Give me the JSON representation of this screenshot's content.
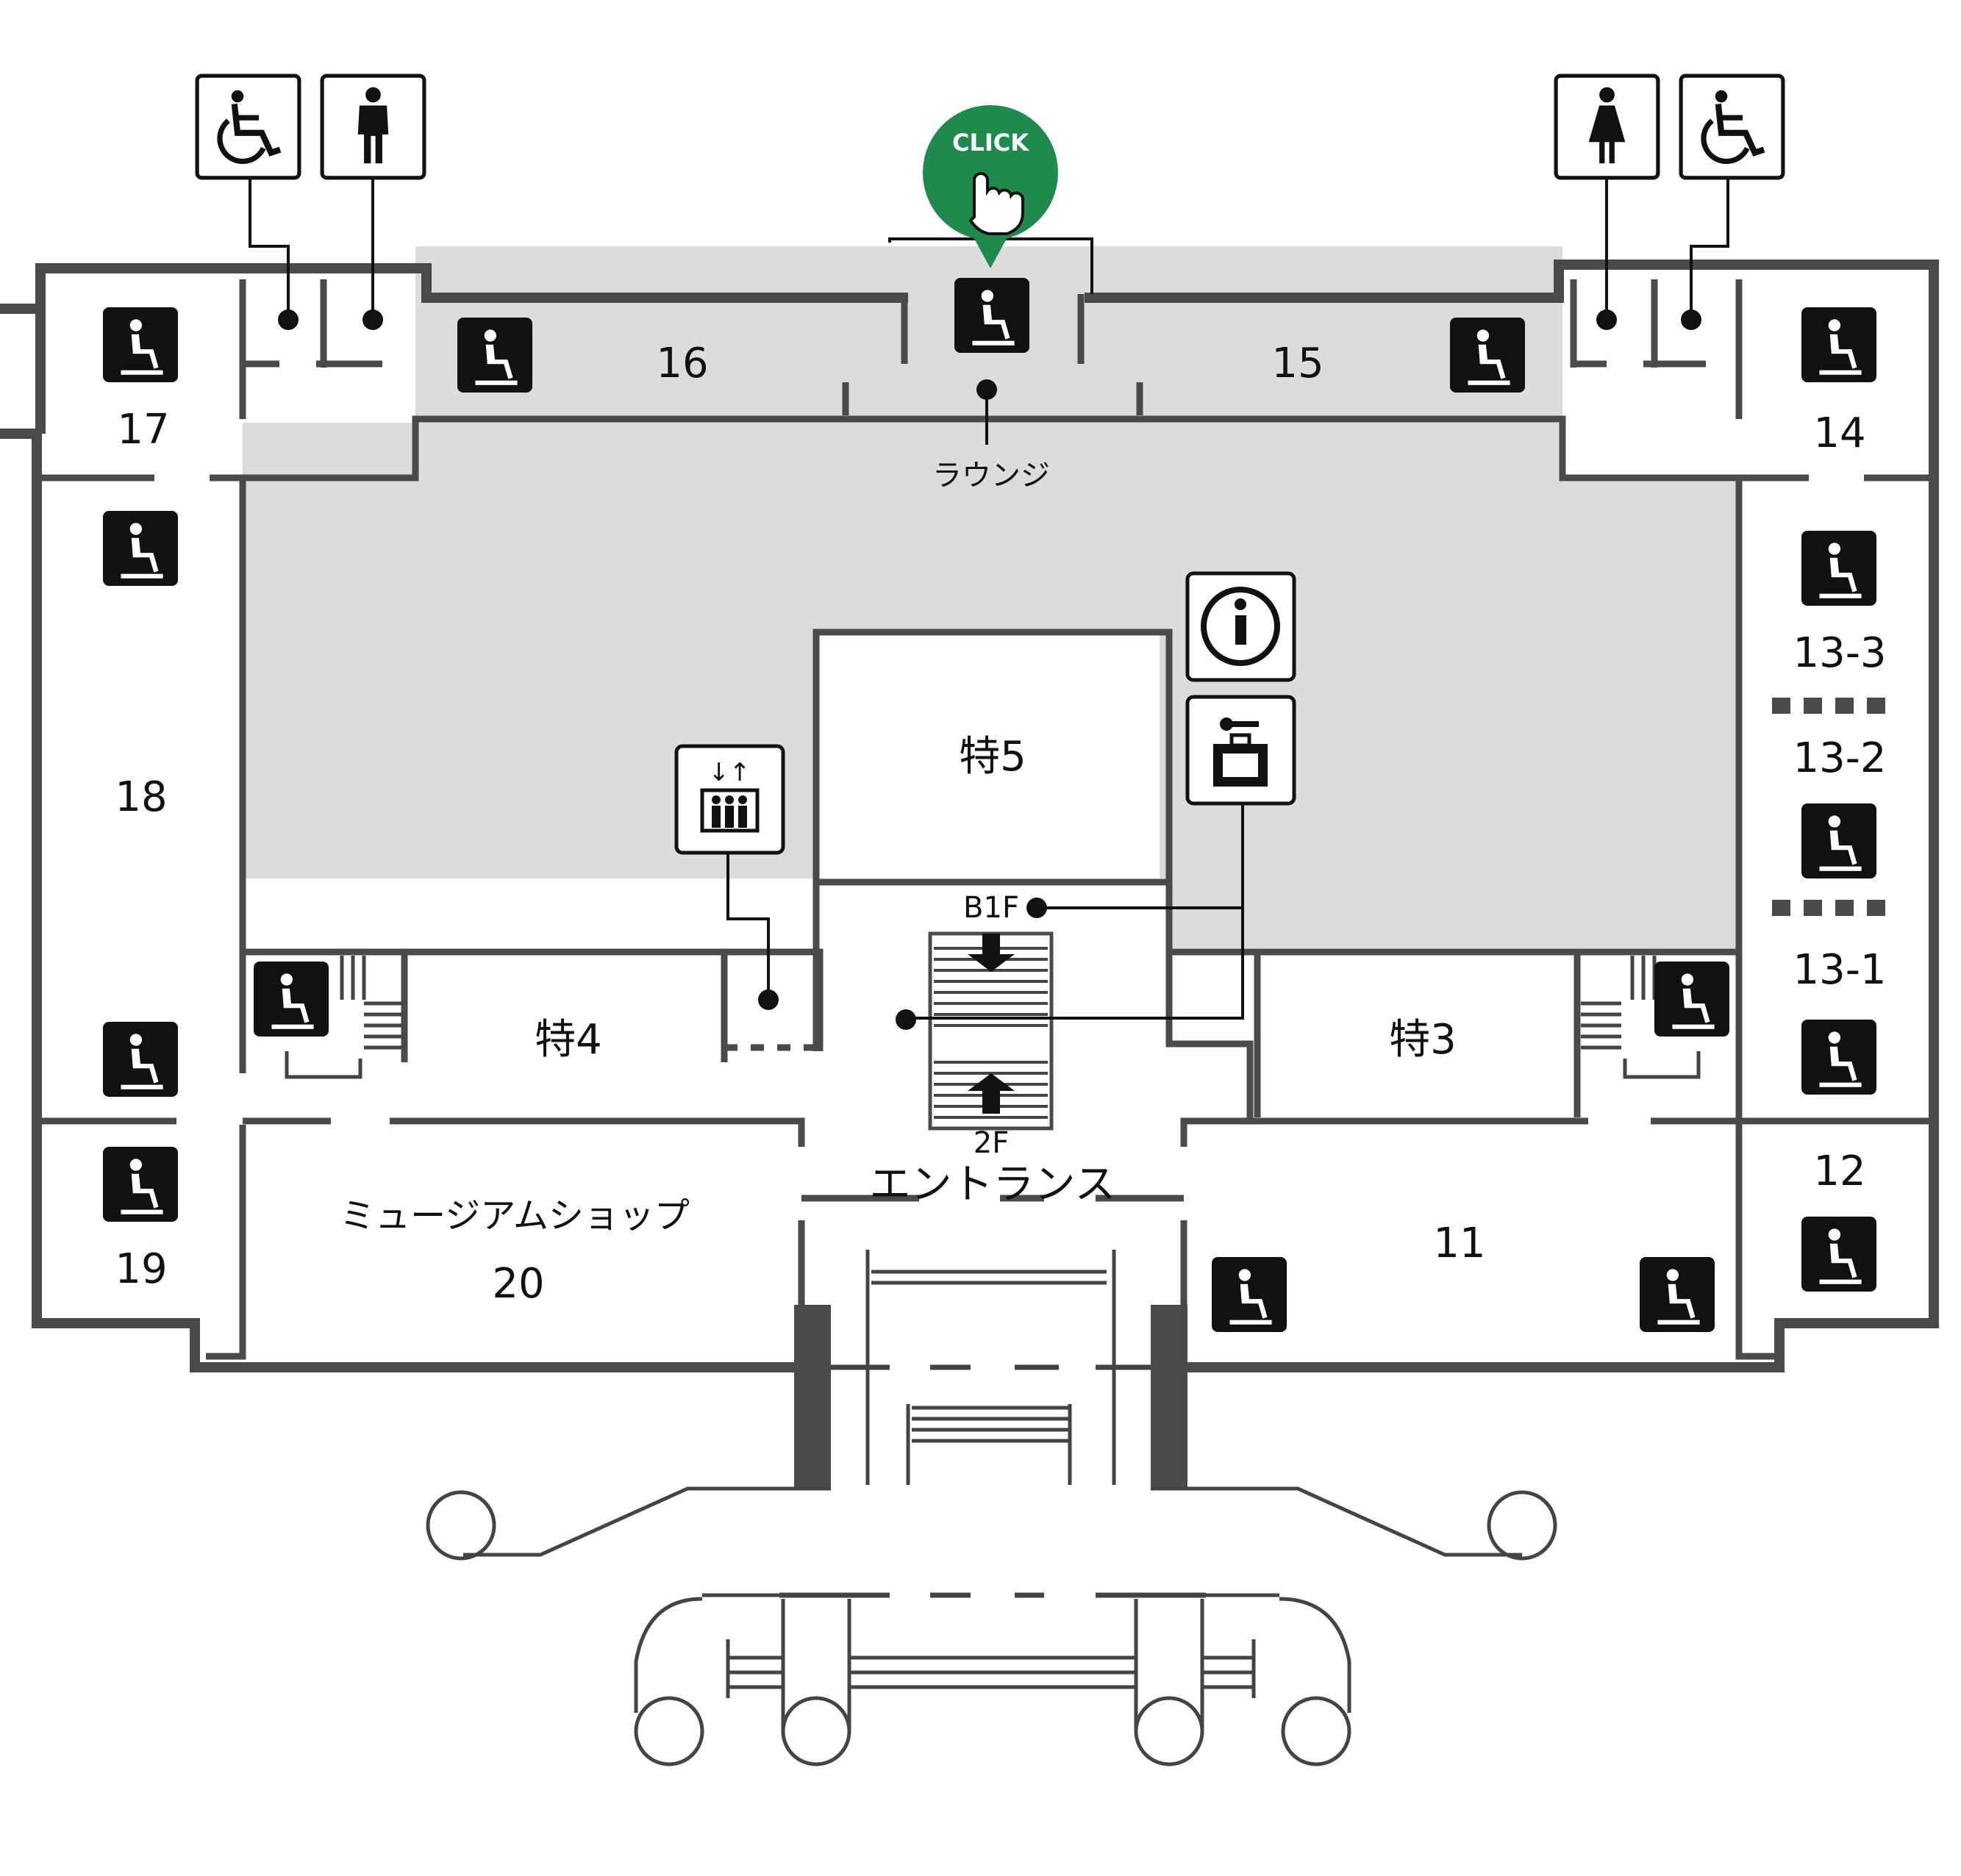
{
  "rooms": {
    "r11": "11",
    "r12": "12",
    "r13_1": "13-1",
    "r13_2": "13-2",
    "r13_3": "13-3",
    "r14": "14",
    "r15": "15",
    "r16": "16",
    "r17": "17",
    "r18": "18",
    "r19": "19",
    "r20": "20",
    "toku3": "特3",
    "toku4": "特4",
    "toku5": "特5",
    "shop": "ミュージアムショップ",
    "entrance": "エントランス",
    "lounge": "ラウンジ"
  },
  "stairs": {
    "down": "B1F",
    "up": "2F"
  },
  "click_pin": {
    "label": "CLICK",
    "color": "#1e8a4c"
  },
  "colors": {
    "wall": "#4a4a4a",
    "hall": "#dcdcdc",
    "icon": "#111111"
  },
  "icons": [
    "seat-icon",
    "wheelchair-icon",
    "mens-toilet-icon",
    "womens-toilet-icon",
    "information-icon",
    "coin-locker-icon",
    "elevator-icon",
    "hand-pointer-icon"
  ]
}
